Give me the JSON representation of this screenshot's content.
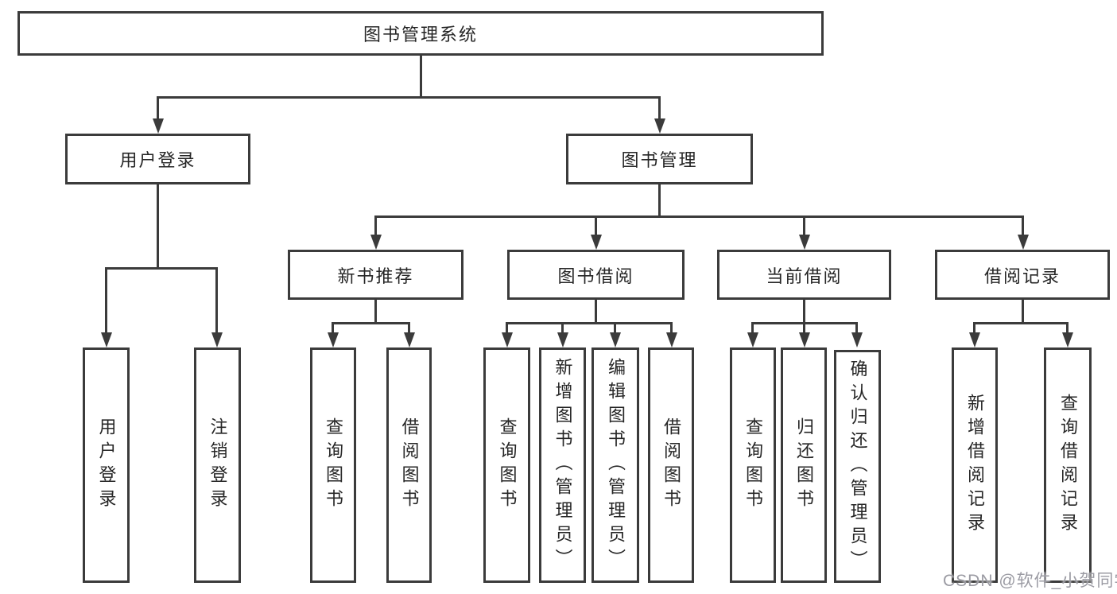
{
  "diagram": {
    "title": "图书管理系统",
    "root": {
      "label": "图书管理系统"
    },
    "level2": [
      {
        "label": "用户登录"
      },
      {
        "label": "图书管理"
      }
    ],
    "level3": [
      {
        "label": "新书推荐"
      },
      {
        "label": "图书借阅"
      },
      {
        "label": "当前借阅"
      },
      {
        "label": "借阅记录"
      }
    ],
    "leaves": {
      "login": [
        "用户登录",
        "注销登录"
      ],
      "recommend": [
        "查询图书",
        "借阅图书"
      ],
      "borrow": [
        "查询图书",
        "新增图书（管理员）",
        "编辑图书（管理员）",
        "借阅图书"
      ],
      "current": [
        "查询图书",
        "归还图书",
        "确认归还（管理员）"
      ],
      "records": [
        "新增借阅记录",
        "查询借阅记录"
      ]
    }
  },
  "watermark": {
    "text": "CSDN @软件_小贺同学"
  },
  "colors": {
    "line": "#3b3b3b",
    "text": "#262626",
    "background": "#ffffff",
    "watermark": "#9b9ba3"
  }
}
